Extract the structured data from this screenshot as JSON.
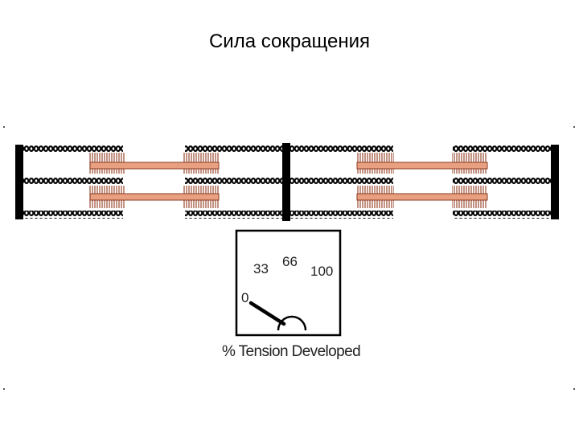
{
  "slide": {
    "title": "Сила сокращения"
  },
  "gauge": {
    "labels": [
      "0",
      "33",
      "66",
      "100"
    ],
    "caption": "% Tension Developed",
    "value_percent": 0
  },
  "colors": {
    "actin": "#000000",
    "myosin": "#e8a080",
    "z_line": "#000000"
  }
}
